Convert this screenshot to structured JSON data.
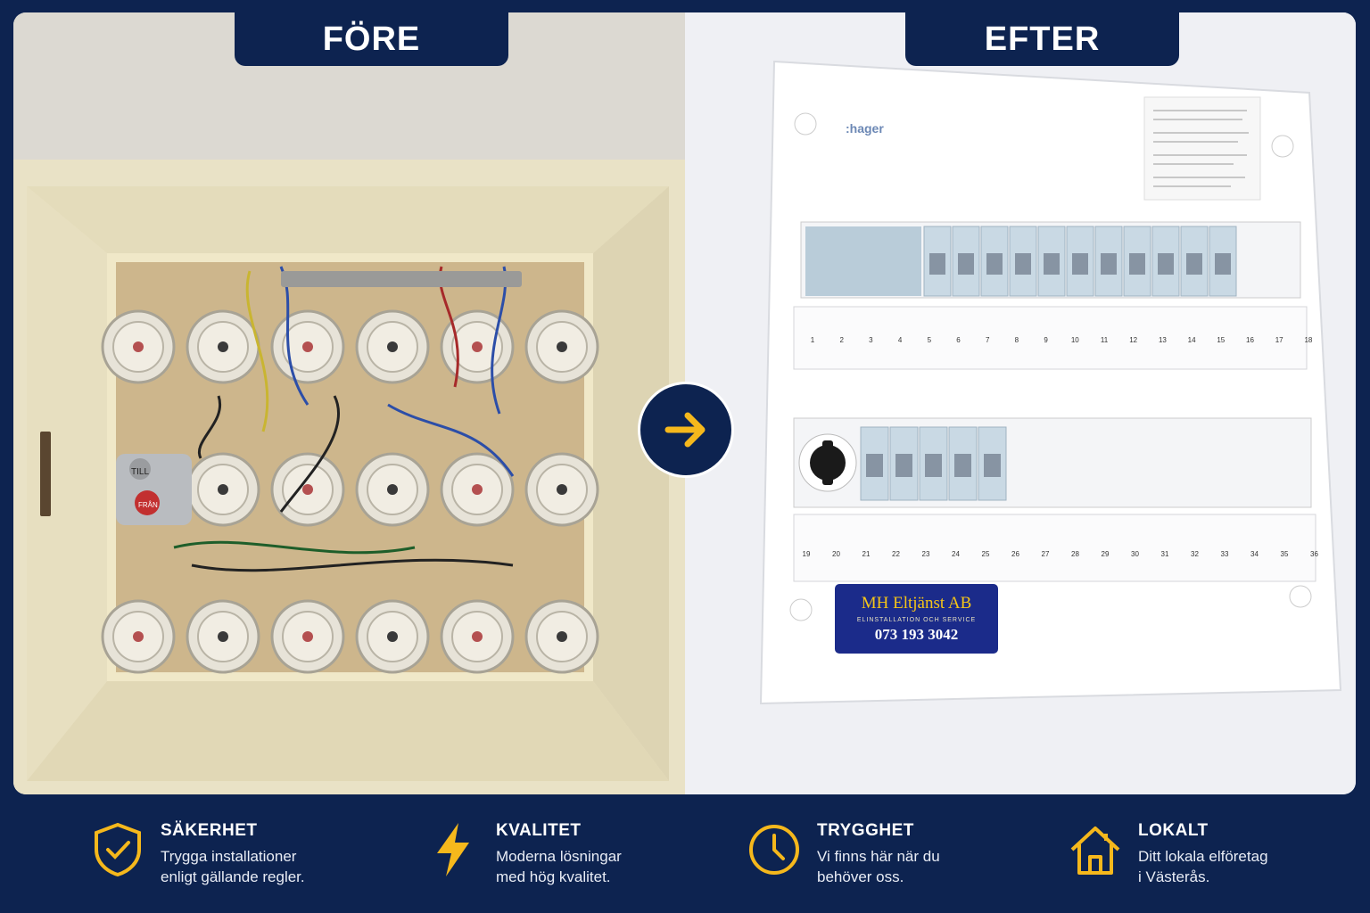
{
  "labels": {
    "before": "FÖRE",
    "after": "EFTER"
  },
  "colors": {
    "navy": "#0d2350",
    "accent": "#f5b81c"
  },
  "panel_brand": ":hager",
  "sticker": {
    "name": "MH Eltjänst AB",
    "subtitle": "ELINSTALLATION OCH SERVICE",
    "phone": "073 193 3042"
  },
  "fuse_labels": {
    "till": "TILL",
    "fran": "FRÅN"
  },
  "row1_numbers": [
    "1",
    "2",
    "3",
    "4",
    "5",
    "6",
    "7",
    "8",
    "9",
    "10",
    "11",
    "12",
    "13",
    "14",
    "15",
    "16",
    "17",
    "18"
  ],
  "row2_numbers": [
    "19",
    "20",
    "21",
    "22",
    "23",
    "24",
    "25",
    "26",
    "27",
    "28",
    "29",
    "30",
    "31",
    "32",
    "33",
    "34",
    "35",
    "36"
  ],
  "features": [
    {
      "icon": "shield-check-icon",
      "title": "SÄKERHET",
      "line1": "Trygga installationer",
      "line2": "enligt gällande regler."
    },
    {
      "icon": "lightning-icon",
      "title": "KVALITET",
      "line1": "Moderna lösningar",
      "line2": "med hög kvalitet."
    },
    {
      "icon": "clock-icon",
      "title": "TRYGGHET",
      "line1": "Vi finns här när du",
      "line2": "behöver oss."
    },
    {
      "icon": "house-icon",
      "title": "LOKALT",
      "line1": "Ditt lokala elföretag",
      "line2": "i Västerås."
    }
  ]
}
